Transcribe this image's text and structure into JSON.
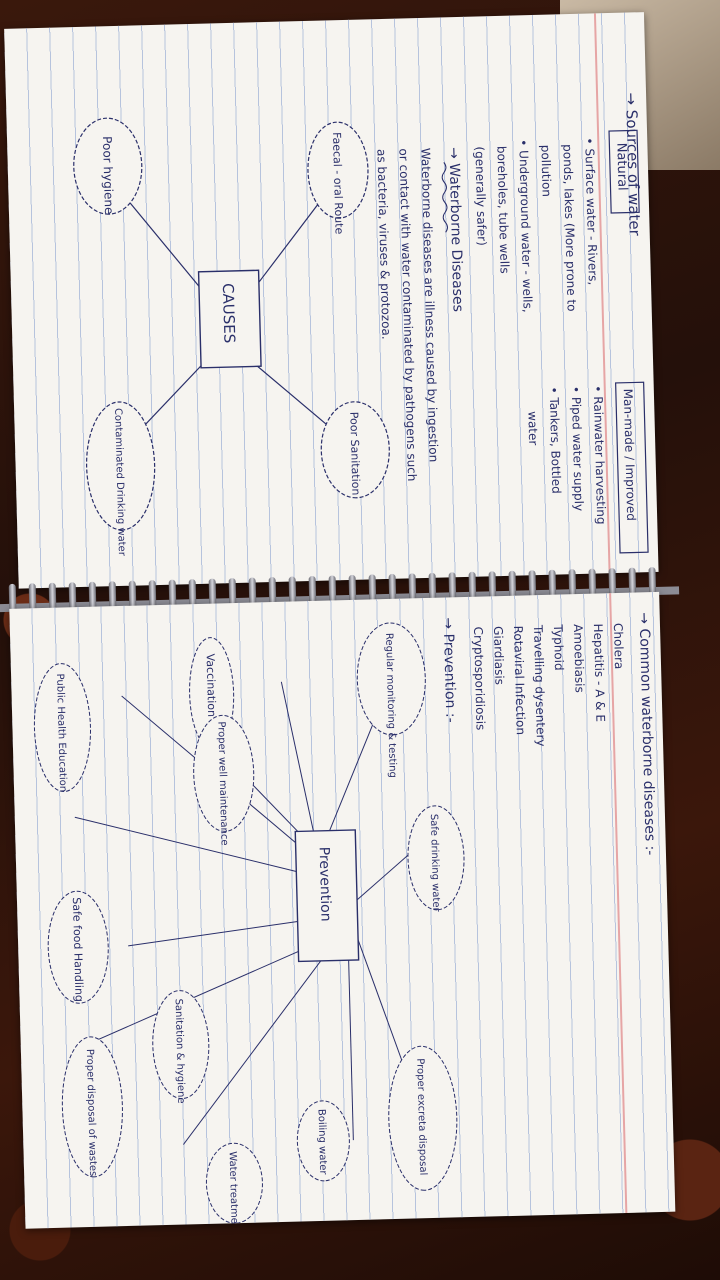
{
  "left_page": {
    "heading": "→ Sources of water",
    "natural_label": "Natural",
    "natural_items": [
      "• Surface water - Rivers,",
      "ponds, lakes (More prone to",
      "pollution",
      "• Underground water - wells,",
      "boreholes, tube wells",
      "(generally safer)"
    ],
    "manmade_label": "Man-made / Improved",
    "manmade_items": [
      "• Rainwater harvesting",
      "• Piped water supply",
      "• Tankers, Bottled",
      "water"
    ],
    "diseases_heading": "→ Waterborne Diseases",
    "definition": [
      "Waterborne diseases are illness caused by ingestion",
      "or contact with water contaminated by pathogens such",
      "as bacteria, viruses & protozoa."
    ],
    "causes_center": "CAUSES",
    "causes": [
      "Faecal - oral Route",
      "Poor hygiene",
      "Poor Sanitation",
      "Contaminated Drinking water"
    ]
  },
  "right_page": {
    "heading": "→ Common waterborne diseases :-",
    "diseases": [
      "Cholera",
      "Hepatitis - A & E",
      "Amoebiasis",
      "Typhoid",
      "Travelling dysentery",
      "Rotaviral Infection",
      "Giardiasis",
      "Cryptosporidiosis"
    ],
    "prevention_heading": "→ Prevention :-",
    "prevention_center": "Prevention",
    "prevention_items": [
      "Regular monitoring & testing",
      "Safe drinking water",
      "Vaccination",
      "Proper well maintenance",
      "Public Health Education",
      "Proper excreta disposal",
      "Safe food Handling",
      "Proper disposal of wastes",
      "Water treatment",
      "Boiling water",
      "Sanitation & hygiene"
    ]
  },
  "colors": {
    "ink": "#2a2f6a",
    "paper": "#f6f4f0",
    "rule_line": "#b6c3dd",
    "margin": "#e6a5a5"
  }
}
